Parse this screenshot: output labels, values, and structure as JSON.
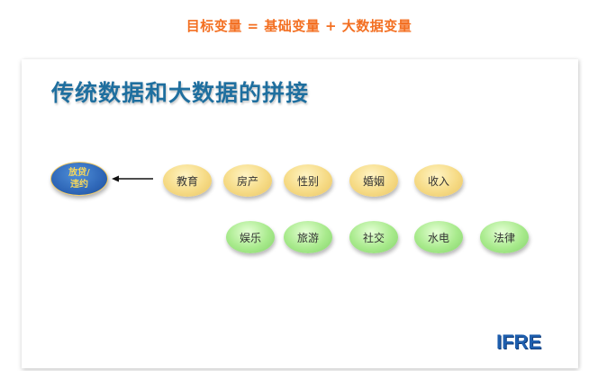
{
  "formula": "目标变量 = 基础变量 + 大数据变量",
  "title": "传统数据和大数据的拼接",
  "target": {
    "line1": "放贷/",
    "line2": "违约"
  },
  "basic_variables": [
    "教育",
    "房产",
    "性别",
    "婚姻",
    "收入"
  ],
  "big_data_variables": [
    "娱乐",
    "旅游",
    "社交",
    "水电",
    "法律"
  ],
  "logo": "IFRE",
  "colors": {
    "formula": "#f36f21",
    "title": "#1f6f9f",
    "target_fill": "#2f67b8",
    "target_text": "#f9d85a",
    "basic_fill": "#f6db86",
    "big_data_fill": "#a8ea8c",
    "logo": "#1f5fae"
  }
}
